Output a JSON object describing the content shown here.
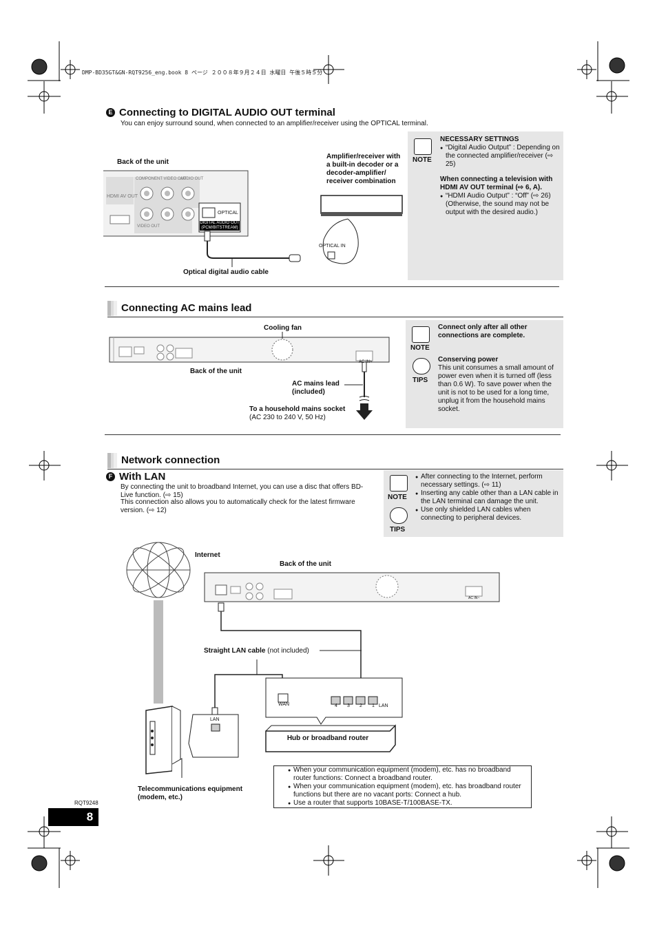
{
  "header": {
    "file_line": "DMP-BD35GT&GN-RQT9256_eng.book  8 ページ  ２００８年９月２４日  水曜日  午後５時５分"
  },
  "section_e": {
    "marker": "E",
    "title": "Connecting to DIGITAL AUDIO OUT terminal",
    "intro": "You can enjoy surround sound, when connected to an amplifier/receiver using the OPTICAL terminal.",
    "diagram": {
      "back_of_unit": "Back of the unit",
      "amplifier": "Amplifier/receiver with a built-in decoder or a decoder-amplifier/ receiver combination",
      "optical_in": "OPTICAL IN",
      "cable": "Optical digital audio cable",
      "optical_port": "OPTICAL",
      "digital_audio_out": "DIGITAL AUDIO OUT (PCM/BITSTREAM)",
      "hdmi": "HDMI AV OUT",
      "component": "COMPONENT VIDEO OUT",
      "audio_out": "AUDIO OUT",
      "video_out": "VIDEO OUT"
    },
    "note": {
      "label": "NOTE",
      "heading": "NECESSARY SETTINGS",
      "item1": "“Digital Audio Output” : Depending on the connected amplifier/receiver (⇨ 25)",
      "subheading": "When connecting a television with HDMI AV OUT terminal (⇨ 6, A).",
      "item2": "“HDMI Audio Output” : “Off” (⇨ 26) (Otherwise, the sound may not be output with the desired audio.)"
    }
  },
  "section_ac": {
    "title": "Connecting AC mains lead",
    "cooling_fan": "Cooling fan",
    "back_of_unit": "Back of the unit",
    "ac_in": "AC IN~",
    "ac_lead": "AC mains lead (included)",
    "socket_label": "To a household mains socket",
    "socket_spec": "(AC 230 to 240 V, 50 Hz)",
    "note_label": "NOTE",
    "note_text": "Connect only after all other connections are complete.",
    "tips_label": "TIPS",
    "tips_heading": "Conserving power",
    "tips_text": "This unit consumes a small amount of power even when it is turned off (less than 0.6 W). To save power when the unit is not to be used for a long time, unplug it from the household mains socket."
  },
  "section_network": {
    "title": "Network connection",
    "marker": "F",
    "subtitle": "With LAN",
    "intro1": "By connecting the unit to broadband Internet, you can use a disc that offers BD-Live function. (⇨ 15)",
    "intro2": "This connection also allows you to automatically check for the latest firmware version. (⇨ 12)",
    "note_label": "NOTE",
    "tips_label": "TIPS",
    "note_items": [
      "After connecting to the Internet, perform necessary settings. (⇨ 11)",
      "Inserting any cable other than a LAN cable in the LAN terminal can damage the unit."
    ],
    "tips_items": [
      "Use only shielded LAN cables when connecting to peripheral devices."
    ],
    "diagram": {
      "internet": "Internet",
      "back_of_unit": "Back of the unit",
      "cable_bold": "Straight LAN cable",
      "cable_rest": " (not included)",
      "wan": "WAN",
      "lan_ports": [
        "4",
        "3",
        "2",
        "1"
      ],
      "lan_label": "LAN",
      "modem_lan": "LAN",
      "router": "Hub or broadband router",
      "modem": "Telecommunications equipment (modem, etc.)",
      "ac_in": "AC IN~"
    },
    "bullets": [
      "When your communication equipment (modem), etc. has no broadband router functions: Connect a broadband router.",
      "When your communication equipment (modem), etc. has broadband router functions but there are no vacant ports: Connect a hub.",
      "Use a router that supports 10BASE-T/100BASE-TX."
    ]
  },
  "footer": {
    "code": "RQT9248",
    "page": "8"
  }
}
